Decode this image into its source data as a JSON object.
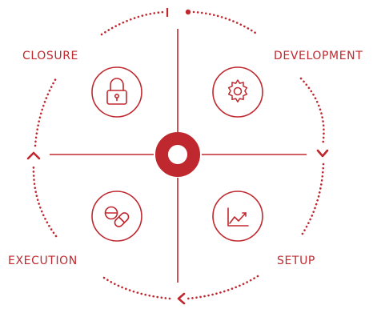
{
  "colors": {
    "accent": "#c0282f",
    "background": "#ffffff"
  },
  "phases": [
    {
      "label": "CLOSURE",
      "icon": "lock-icon"
    },
    {
      "label": "DEVELOPMENT",
      "icon": "gear-icon"
    },
    {
      "label": "EXECUTION",
      "icon": "pills-icon"
    },
    {
      "label": "SETUP",
      "icon": "line-chart-icon"
    }
  ]
}
